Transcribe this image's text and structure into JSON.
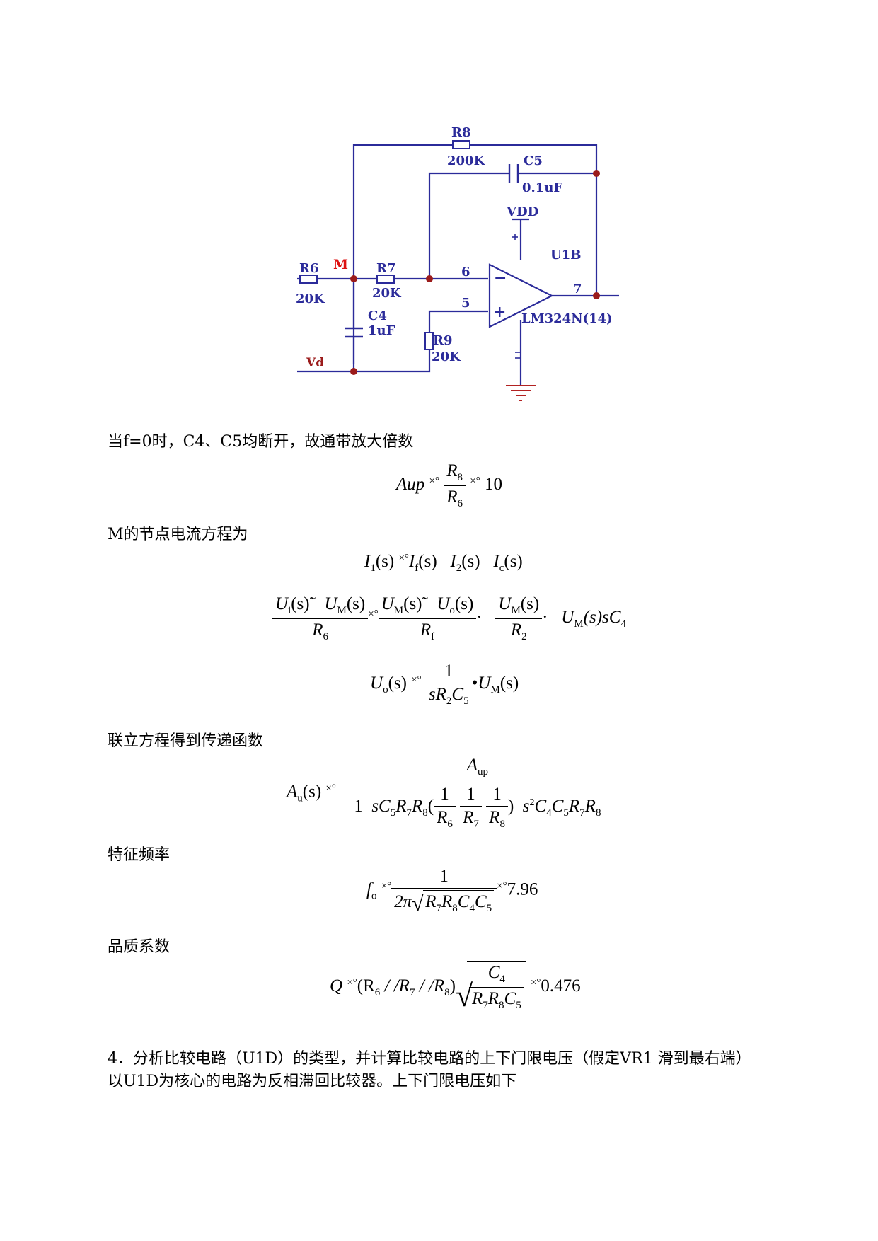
{
  "circuit": {
    "labels": {
      "r8": "R8",
      "r8v": "200K",
      "c5": "C5",
      "c5v": "0.1uF",
      "vdd": "VDD",
      "u1b": "U1B",
      "r6": "R6",
      "r6v": "20K",
      "m": "M",
      "r7": "R7",
      "r7v": "20K",
      "c4": "C4",
      "c4v": "1uF",
      "r9": "R9",
      "r9v": "20K",
      "vd": "Vd",
      "pin6": "6",
      "pin5": "5",
      "pin7": "7",
      "minus": "−",
      "plus": "+",
      "chip": "LM324N(14)"
    }
  },
  "text": {
    "p1": "当f=0时，C4、C5均断开，故通带放大倍数",
    "p2": "M的节点电流方程为",
    "p3": "联立方程得到传递函数",
    "p4": "特征频率",
    "p5": "品质系数",
    "p6": "4．分析比较电路（U1D）的类型，并计算比较电路的上下门限电压（假定VR1 滑到最右端）",
    "p7": "以U1D为核心的电路为反相滞回比较器。上下门限电压如下"
  },
  "eq": {
    "glitch": "×°",
    "aup_lhs": "Aup",
    "r8": "R",
    "s8": "8",
    "r6": "R",
    "s6": "6",
    "aup_val": "10",
    "eq2_a": "I",
    "eq2_a1": "1",
    "eq2_s": "(s)",
    "eq2_b": "I",
    "eq2_bf": "f",
    "eq2_c": "I",
    "eq2_c2": "2",
    "eq2_d": "I",
    "eq2_dc": "c",
    "eq3_num1": "U",
    "eq3_num1s": "i",
    "eq3_tilde": "˜",
    "eq3_um": "U",
    "eq3_ums": "M",
    "eq3_r6": "R",
    "eq3_r6s": "6",
    "eq3_uo": "U",
    "eq3_uos": "o",
    "eq3_rf": "R",
    "eq3_rfs": "f",
    "eq3_r2": "R",
    "eq3_r2s": "2",
    "eq3_dot": "·",
    "eq3_tail": "(s)sC",
    "eq3_tail4": "4",
    "eq4_one": "1",
    "eq4_den": "sR",
    "eq4_den2": "2",
    "eq4_c": "C",
    "eq4_c5": "5",
    "eq4_bullet": "•",
    "eq5_lhs": "A",
    "eq5_lhss": "u",
    "eq5_num": "A",
    "eq5_nums": "up",
    "eq5_one": "1",
    "eq5_mid": "sC",
    "eq5_5": "5",
    "eq5_r7r8": "R",
    "eq5_7": "7",
    "eq5_8": "8",
    "eq5_tail": "s",
    "eq5_sq": "2",
    "eq5_4": "4",
    "eq6_lhs": "f",
    "eq6_lhss": "o",
    "eq6_one": "1",
    "eq6_den": "2π",
    "eq6_val": "7.96",
    "eq7_lhs": "Q",
    "eq7_par": "(R",
    "eq7_sep": " / /R",
    "eq7_close": ")",
    "eq7_val": "0.476"
  }
}
